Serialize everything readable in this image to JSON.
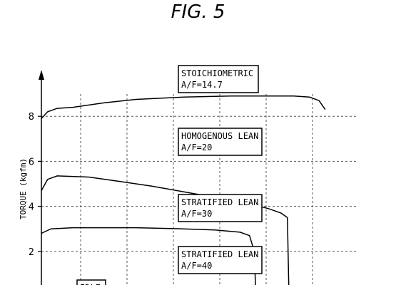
{
  "figure_title": "FIG. 5",
  "chart_data": {
    "type": "line",
    "title": "FIG. 5",
    "xlabel": "",
    "ylabel": "TORQUE (kgfm)",
    "ylim": [
      0,
      10
    ],
    "yticks": [
      2,
      4,
      6,
      8
    ],
    "grid": true,
    "x_range": [
      0,
      100
    ],
    "series": [
      {
        "name": "STOICHIOMETRIC A/F=14.7",
        "x": [
          0,
          2,
          5,
          10,
          20,
          30,
          45,
          60,
          70,
          80,
          85,
          88,
          90
        ],
        "y": [
          7.9,
          8.2,
          8.35,
          8.4,
          8.6,
          8.75,
          8.85,
          8.9,
          8.9,
          8.9,
          8.85,
          8.7,
          8.3
        ]
      },
      {
        "name": "HOMOGENOUS LEAN A/F=20",
        "x": [
          0,
          2,
          5,
          15,
          25,
          35,
          45,
          55,
          65,
          72,
          76,
          78,
          78.5
        ],
        "y": [
          4.7,
          5.2,
          5.35,
          5.3,
          5.1,
          4.9,
          4.65,
          4.4,
          4.15,
          3.9,
          3.7,
          3.5,
          0
        ]
      },
      {
        "name": "STRATIFIED LEAN A/F=30",
        "x": [
          0,
          3,
          10,
          30,
          45,
          55,
          63,
          66,
          67.5,
          68
        ],
        "y": [
          2.8,
          3.0,
          3.05,
          3.05,
          3.0,
          2.95,
          2.85,
          2.7,
          2.0,
          0
        ]
      }
    ],
    "curve_labels": [
      {
        "line1": "STOICHIOMETRIC",
        "line2": "A/F=14.7"
      },
      {
        "line1": "HOMOGENOUS LEAN",
        "line2": "A/F=20"
      },
      {
        "line1": "STRATIFIED LEAN",
        "line2": "A/F=30"
      },
      {
        "line1": "STRATIFIED LEAN",
        "line2": "A/F=40"
      },
      {
        "line1": "IDLE",
        "line2": ""
      }
    ]
  }
}
